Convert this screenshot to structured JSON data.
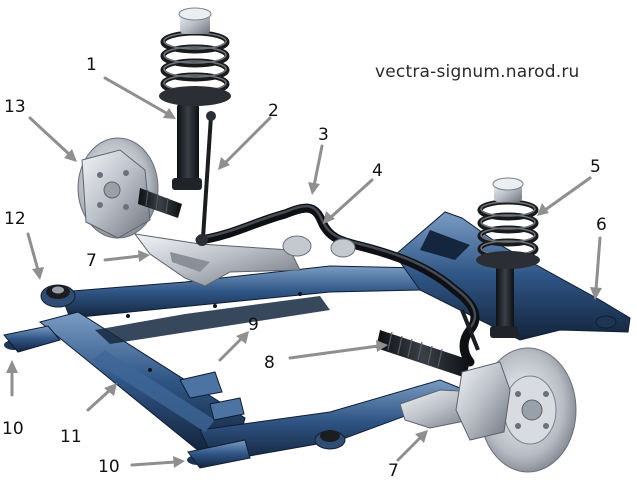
{
  "watermark": "vectra-signum.narod.ru",
  "colors": {
    "frame": "#2b4a70",
    "frame_light": "#5f86b3",
    "frame_dark": "#14263d",
    "spring": "#1b1b1b",
    "metal": "#c9cdd3",
    "arrow": "#8f8f8f",
    "text": "#111111"
  },
  "callouts": [
    {
      "id": "c1",
      "text": "1"
    },
    {
      "id": "c2",
      "text": "2"
    },
    {
      "id": "c3",
      "text": "3"
    },
    {
      "id": "c4",
      "text": "4"
    },
    {
      "id": "c5",
      "text": "5"
    },
    {
      "id": "c6",
      "text": "6"
    },
    {
      "id": "c7a",
      "text": "7"
    },
    {
      "id": "c7b",
      "text": "7"
    },
    {
      "id": "c8",
      "text": "8"
    },
    {
      "id": "c9",
      "text": "9"
    },
    {
      "id": "c10a",
      "text": "10"
    },
    {
      "id": "c10b",
      "text": "10"
    },
    {
      "id": "c11",
      "text": "11"
    },
    {
      "id": "c12",
      "text": "12"
    },
    {
      "id": "c13",
      "text": "13"
    }
  ]
}
